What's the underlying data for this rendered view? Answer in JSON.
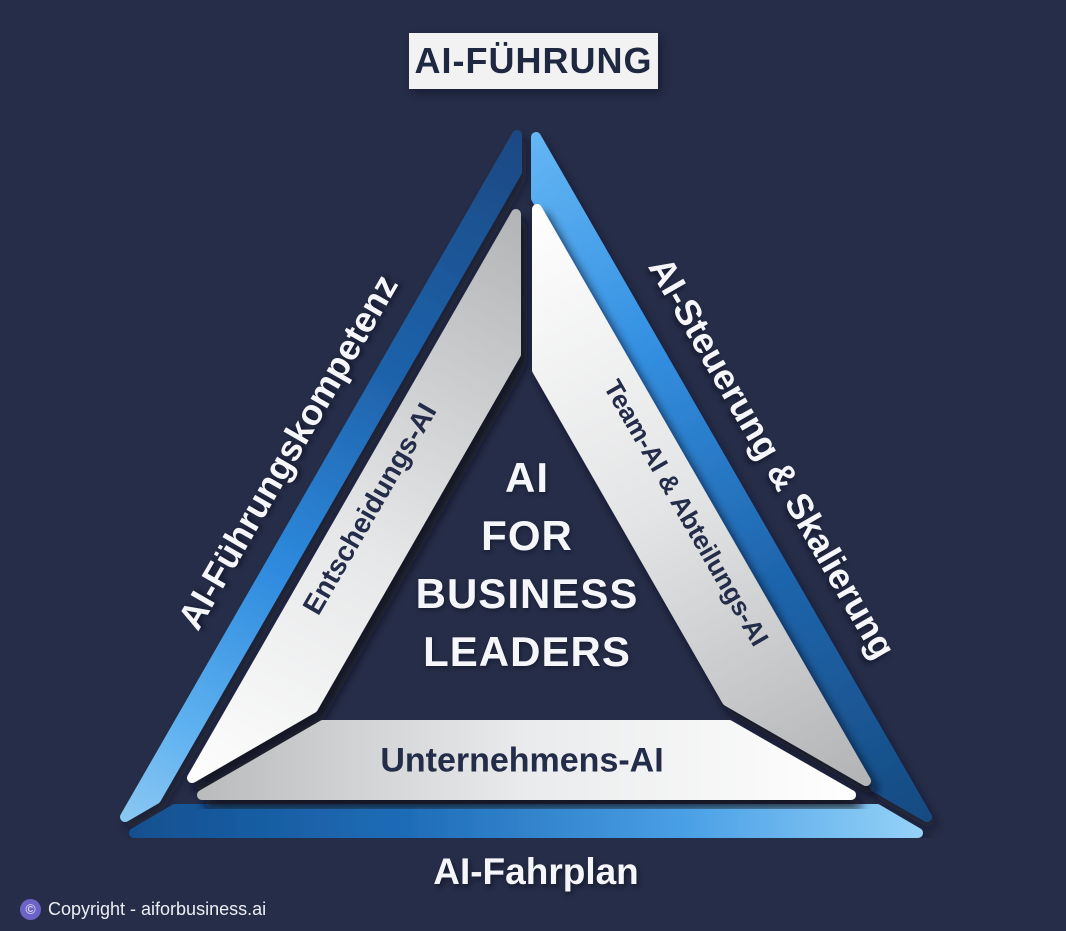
{
  "banner": {
    "label": "AI-FÜHRUNG"
  },
  "triangle": {
    "center_lines": [
      "AI",
      "FOR",
      "BUSINESS",
      "LEADERS"
    ],
    "left": {
      "outer_label": "AI-Führungskompetenz",
      "inner_label": "Entscheidungs-AI"
    },
    "right": {
      "outer_label": "AI-Steuerung & Skalierung",
      "inner_label": "Team-AI & Abteilungs-AI"
    },
    "bottom": {
      "outer_label": "AI-Fahrplan",
      "inner_label": "Unternehmens-AI"
    }
  },
  "footer": {
    "copyright_symbol": "©",
    "text": "Copyright - aiforbusiness.ai"
  },
  "colors": {
    "background": "#262d48",
    "banner_bg": "#f2f2f3",
    "dark_text": "#232c48",
    "light_text": "#f4f6f9",
    "blue_dark": "#164a80",
    "blue_mid": "#2e8ade",
    "blue_light": "#8fd0f7",
    "band_gray": "#b3b5b7",
    "band_white": "#ffffff",
    "copyright_icon_color": "#6b63c6"
  }
}
